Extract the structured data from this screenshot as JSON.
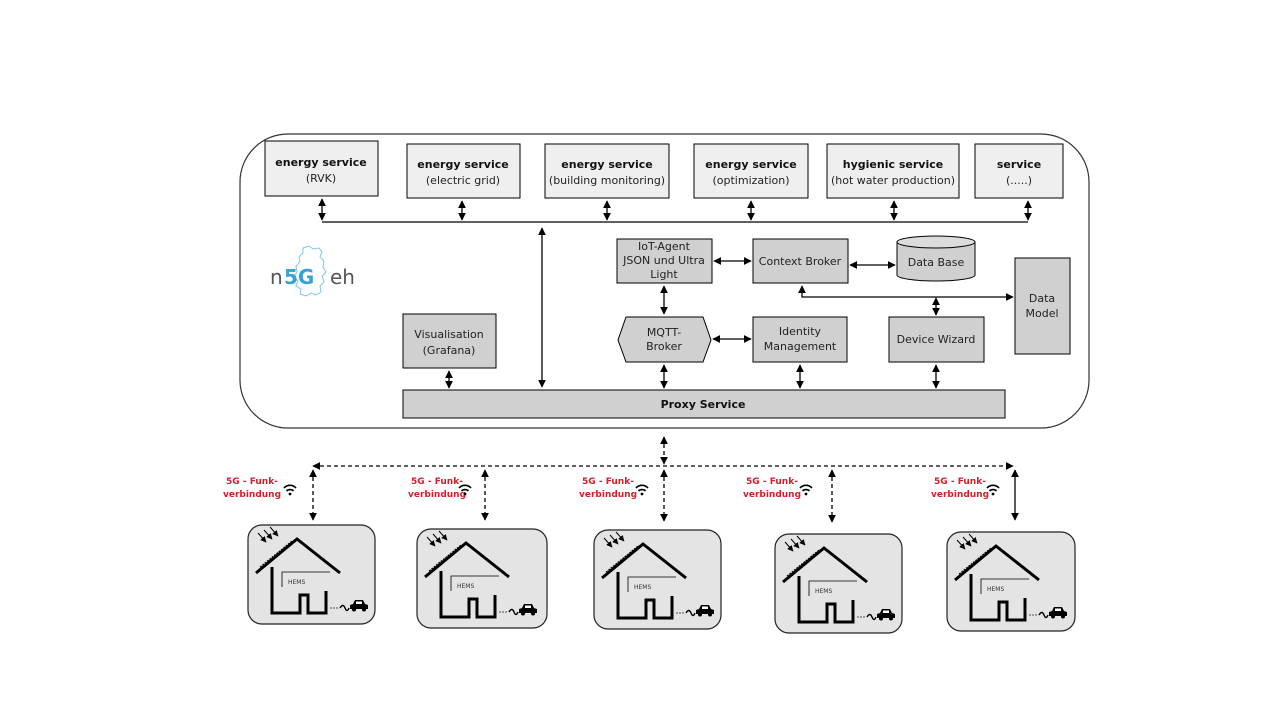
{
  "services": [
    {
      "title": "energy service",
      "subtitle": "(RVK)"
    },
    {
      "title": "energy service",
      "subtitle": "(electric grid)"
    },
    {
      "title": "energy service",
      "subtitle": "(building monitoring)"
    },
    {
      "title": "energy service",
      "subtitle": "(optimization)"
    },
    {
      "title": "hygienic service",
      "subtitle": "(hot water production)"
    },
    {
      "title": "service",
      "subtitle": "(.....)"
    }
  ],
  "logo": {
    "prefix": "n",
    "accent": "5G",
    "suffix": "eh",
    "accent_color": "#3aa0d8"
  },
  "components": {
    "iot_agent": [
      "IoT-Agent",
      "JSON und Ultra",
      "Light"
    ],
    "context_broker": "Context Broker",
    "data_base": "Data Base",
    "data_model": [
      "Data",
      "Model"
    ],
    "mqtt_broker": [
      "MQTT-",
      "Broker"
    ],
    "identity_management": [
      "Identity",
      "Management"
    ],
    "device_wizard": "Device Wizard",
    "visualisation": [
      "Visualisation",
      "(Grafana)"
    ],
    "proxy_service": "Proxy Service"
  },
  "connections": [
    {
      "line1": "5G - Funk-",
      "line2": "verbindung"
    },
    {
      "line1": "5G - Funk-",
      "line2": "verbindung"
    },
    {
      "line1": "5G - Funk-",
      "line2": "verbindung"
    },
    {
      "line1": "5G - Funk-",
      "line2": "verbindung"
    },
    {
      "line1": "5G - Funk-",
      "line2": "verbindung"
    }
  ],
  "houses": [
    {
      "label": "HEMS"
    },
    {
      "label": "HEMS"
    },
    {
      "label": "HEMS"
    },
    {
      "label": "HEMS"
    },
    {
      "label": "HEMS"
    }
  ],
  "colors": {
    "accent_red": "#d0202a",
    "box_fill": "#d0d0d0",
    "service_fill": "#efefef"
  }
}
